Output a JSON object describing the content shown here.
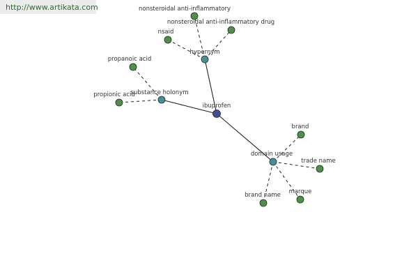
{
  "watermark": {
    "text": "http://www.artikata.com"
  },
  "colors": {
    "center": "#3f4f8f",
    "relation": "#4a8f96",
    "term": "#4f8f4a",
    "edge": "#222222"
  },
  "graph": {
    "nodes": [
      {
        "id": "ibuprofen",
        "label": "ibuprofen",
        "kind": "center"
      },
      {
        "id": "hypernym",
        "label": "hypernym",
        "kind": "relation"
      },
      {
        "id": "substance_holonym",
        "label": "substance holonym",
        "kind": "relation"
      },
      {
        "id": "domain_usage",
        "label": "domain usage",
        "kind": "relation"
      },
      {
        "id": "nsaid_anti",
        "label": "nonsteroidal anti-inflammatory",
        "kind": "term"
      },
      {
        "id": "nsaid_drug",
        "label": "nonsteroidal anti-inflammatory drug",
        "kind": "term"
      },
      {
        "id": "nsaid",
        "label": "nsaid",
        "kind": "term"
      },
      {
        "id": "propanoic",
        "label": "propanoic acid",
        "kind": "term"
      },
      {
        "id": "propionic",
        "label": "propionic acid",
        "kind": "term"
      },
      {
        "id": "brand",
        "label": "brand",
        "kind": "term"
      },
      {
        "id": "trade_name",
        "label": "trade name",
        "kind": "term"
      },
      {
        "id": "marque",
        "label": "marque",
        "kind": "term"
      },
      {
        "id": "brand_name",
        "label": "brand name",
        "kind": "term"
      }
    ],
    "edges": [
      {
        "from": "ibuprofen",
        "to": "hypernym",
        "style": "solid"
      },
      {
        "from": "ibuprofen",
        "to": "substance_holonym",
        "style": "solid"
      },
      {
        "from": "ibuprofen",
        "to": "domain_usage",
        "style": "solid"
      },
      {
        "from": "hypernym",
        "to": "nsaid_anti",
        "style": "dashed"
      },
      {
        "from": "hypernym",
        "to": "nsaid_drug",
        "style": "dashed"
      },
      {
        "from": "hypernym",
        "to": "nsaid",
        "style": "dashed"
      },
      {
        "from": "substance_holonym",
        "to": "propanoic",
        "style": "dashed"
      },
      {
        "from": "substance_holonym",
        "to": "propionic",
        "style": "dashed"
      },
      {
        "from": "domain_usage",
        "to": "brand",
        "style": "dashed"
      },
      {
        "from": "domain_usage",
        "to": "trade_name",
        "style": "dashed"
      },
      {
        "from": "domain_usage",
        "to": "marque",
        "style": "dashed"
      },
      {
        "from": "domain_usage",
        "to": "brand_name",
        "style": "dashed"
      }
    ]
  }
}
